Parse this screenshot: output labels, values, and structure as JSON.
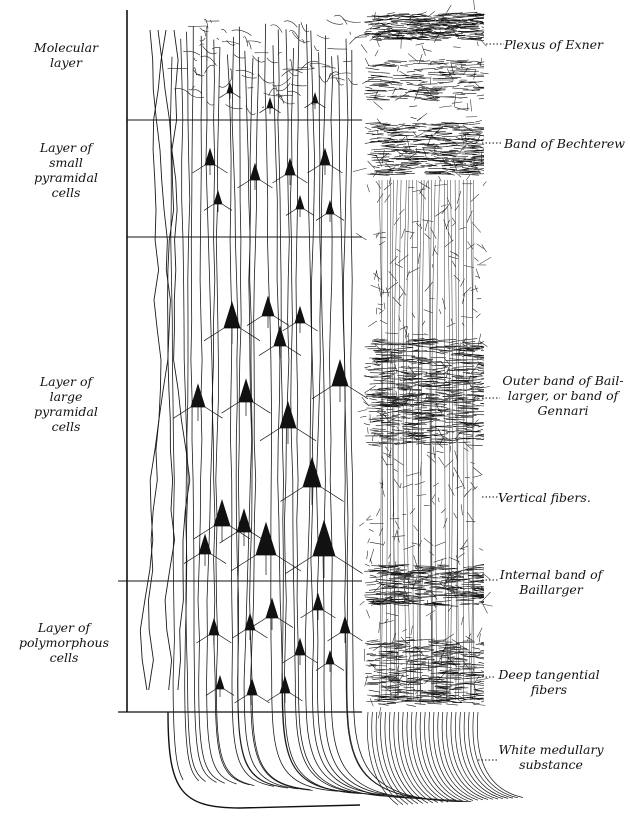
{
  "layers": [
    {
      "id": "molecular",
      "label": "Molecular\nlayer"
    },
    {
      "id": "small-pyramidal",
      "label": "Layer of\nsmall\npyramidal\ncells"
    },
    {
      "id": "large-pyramidal",
      "label": "Layer of\nlarge\npyramidal\ncells"
    },
    {
      "id": "polymorphous",
      "label": "Layer of\npolymorphous\ncells"
    }
  ],
  "fiber_labels": [
    {
      "id": "plexus-of-exner",
      "label": "Plexus of Exner"
    },
    {
      "id": "band-of-bechterew",
      "label": "Band of Bechterew"
    },
    {
      "id": "outer-band-of-baillarger",
      "label": "Outer band of Bail-\nlarger, or band of\nGennari"
    },
    {
      "id": "vertical-fibers",
      "label": "Vertical fibers."
    },
    {
      "id": "internal-band-of-baillarger",
      "label": "Internal band of\nBaillarger"
    },
    {
      "id": "deep-tangential-fibers",
      "label": "Deep tangential\nfibers"
    },
    {
      "id": "white-medullary-substance",
      "label": "White medullary\nsubstance"
    }
  ]
}
